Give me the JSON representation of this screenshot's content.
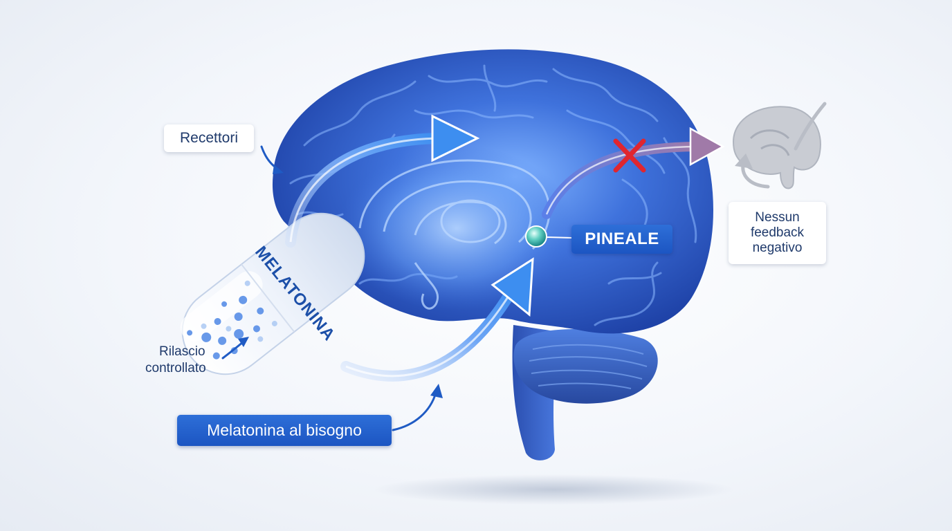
{
  "labels": {
    "recettori": "Recettori",
    "pineale": "PINEALE",
    "nessun_feedback": [
      "Nessun",
      "feedback",
      "negativo"
    ],
    "rilascio_controllato": [
      "Rilascio",
      "controllato"
    ],
    "melatonina_al_bisogno": "Melatonina al bisogno",
    "capsule_text": "MELATONINA"
  },
  "colors": {
    "brain_blue": "#2f5fd0",
    "brain_light": "#6ea0ff",
    "label_blue": "#1c55c2",
    "label_text_dark": "#1f3a6b",
    "x_mark_red": "#e0262f",
    "feedback_grey": "#b9bdc6"
  },
  "icons": [
    "brain-illustration",
    "capsule-icon",
    "pineal-gland-dot",
    "blocked-x-icon",
    "feedback-brain-icon"
  ]
}
